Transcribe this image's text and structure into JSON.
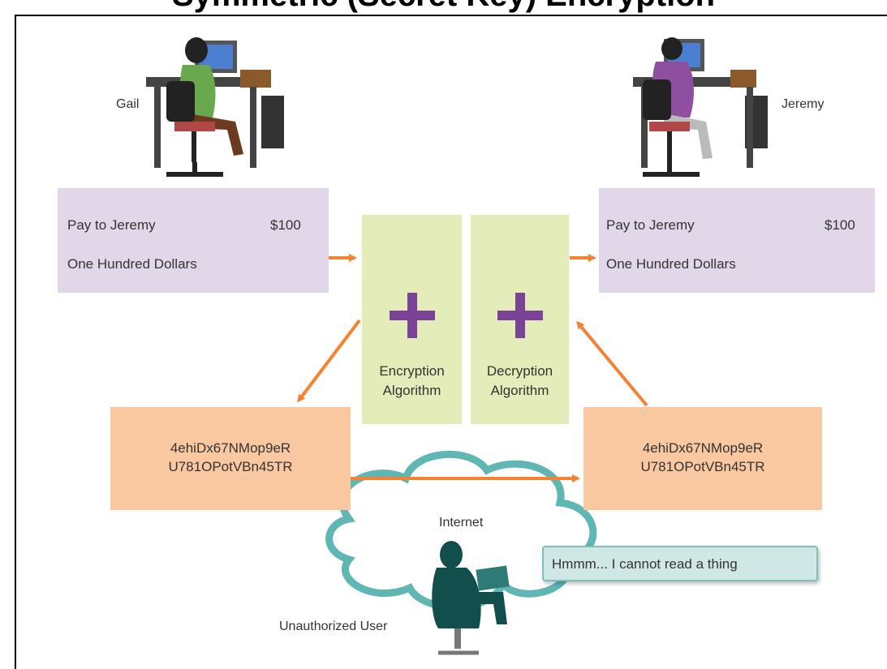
{
  "title_partial": "Symmetric (Secret Key) Encryption",
  "people": {
    "sender": "Gail",
    "receiver": "Jeremy",
    "eavesdropper": "Unauthorized User"
  },
  "plaintext_left": {
    "line1": "Pay to Jeremy",
    "amount": "$100",
    "line2": "One Hundred Dollars"
  },
  "plaintext_right": {
    "line1": "Pay to Jeremy",
    "amount": "$100",
    "line2": "One Hundred Dollars"
  },
  "encryption": {
    "line1": "Encryption",
    "line2": "Algorithm"
  },
  "decryption": {
    "line1": "Decryption",
    "line2": "Algorithm"
  },
  "ciphertext_left": {
    "line1": "4ehiDx67NMop9eR",
    "line2": "U781OPotVBn45TR"
  },
  "ciphertext_right": {
    "line1": "4ehiDx67NMop9eR",
    "line2": "U781OPotVBn45TR"
  },
  "network": "Internet",
  "speech": "Hmmm... I cannot read a thing",
  "colors": {
    "arrow": "#f58233",
    "plus": "#7b4396",
    "plaintext_bg": "#e1d7e8",
    "cipher_bg": "#f9c8a0",
    "algo_bg": "#e4edb9"
  }
}
